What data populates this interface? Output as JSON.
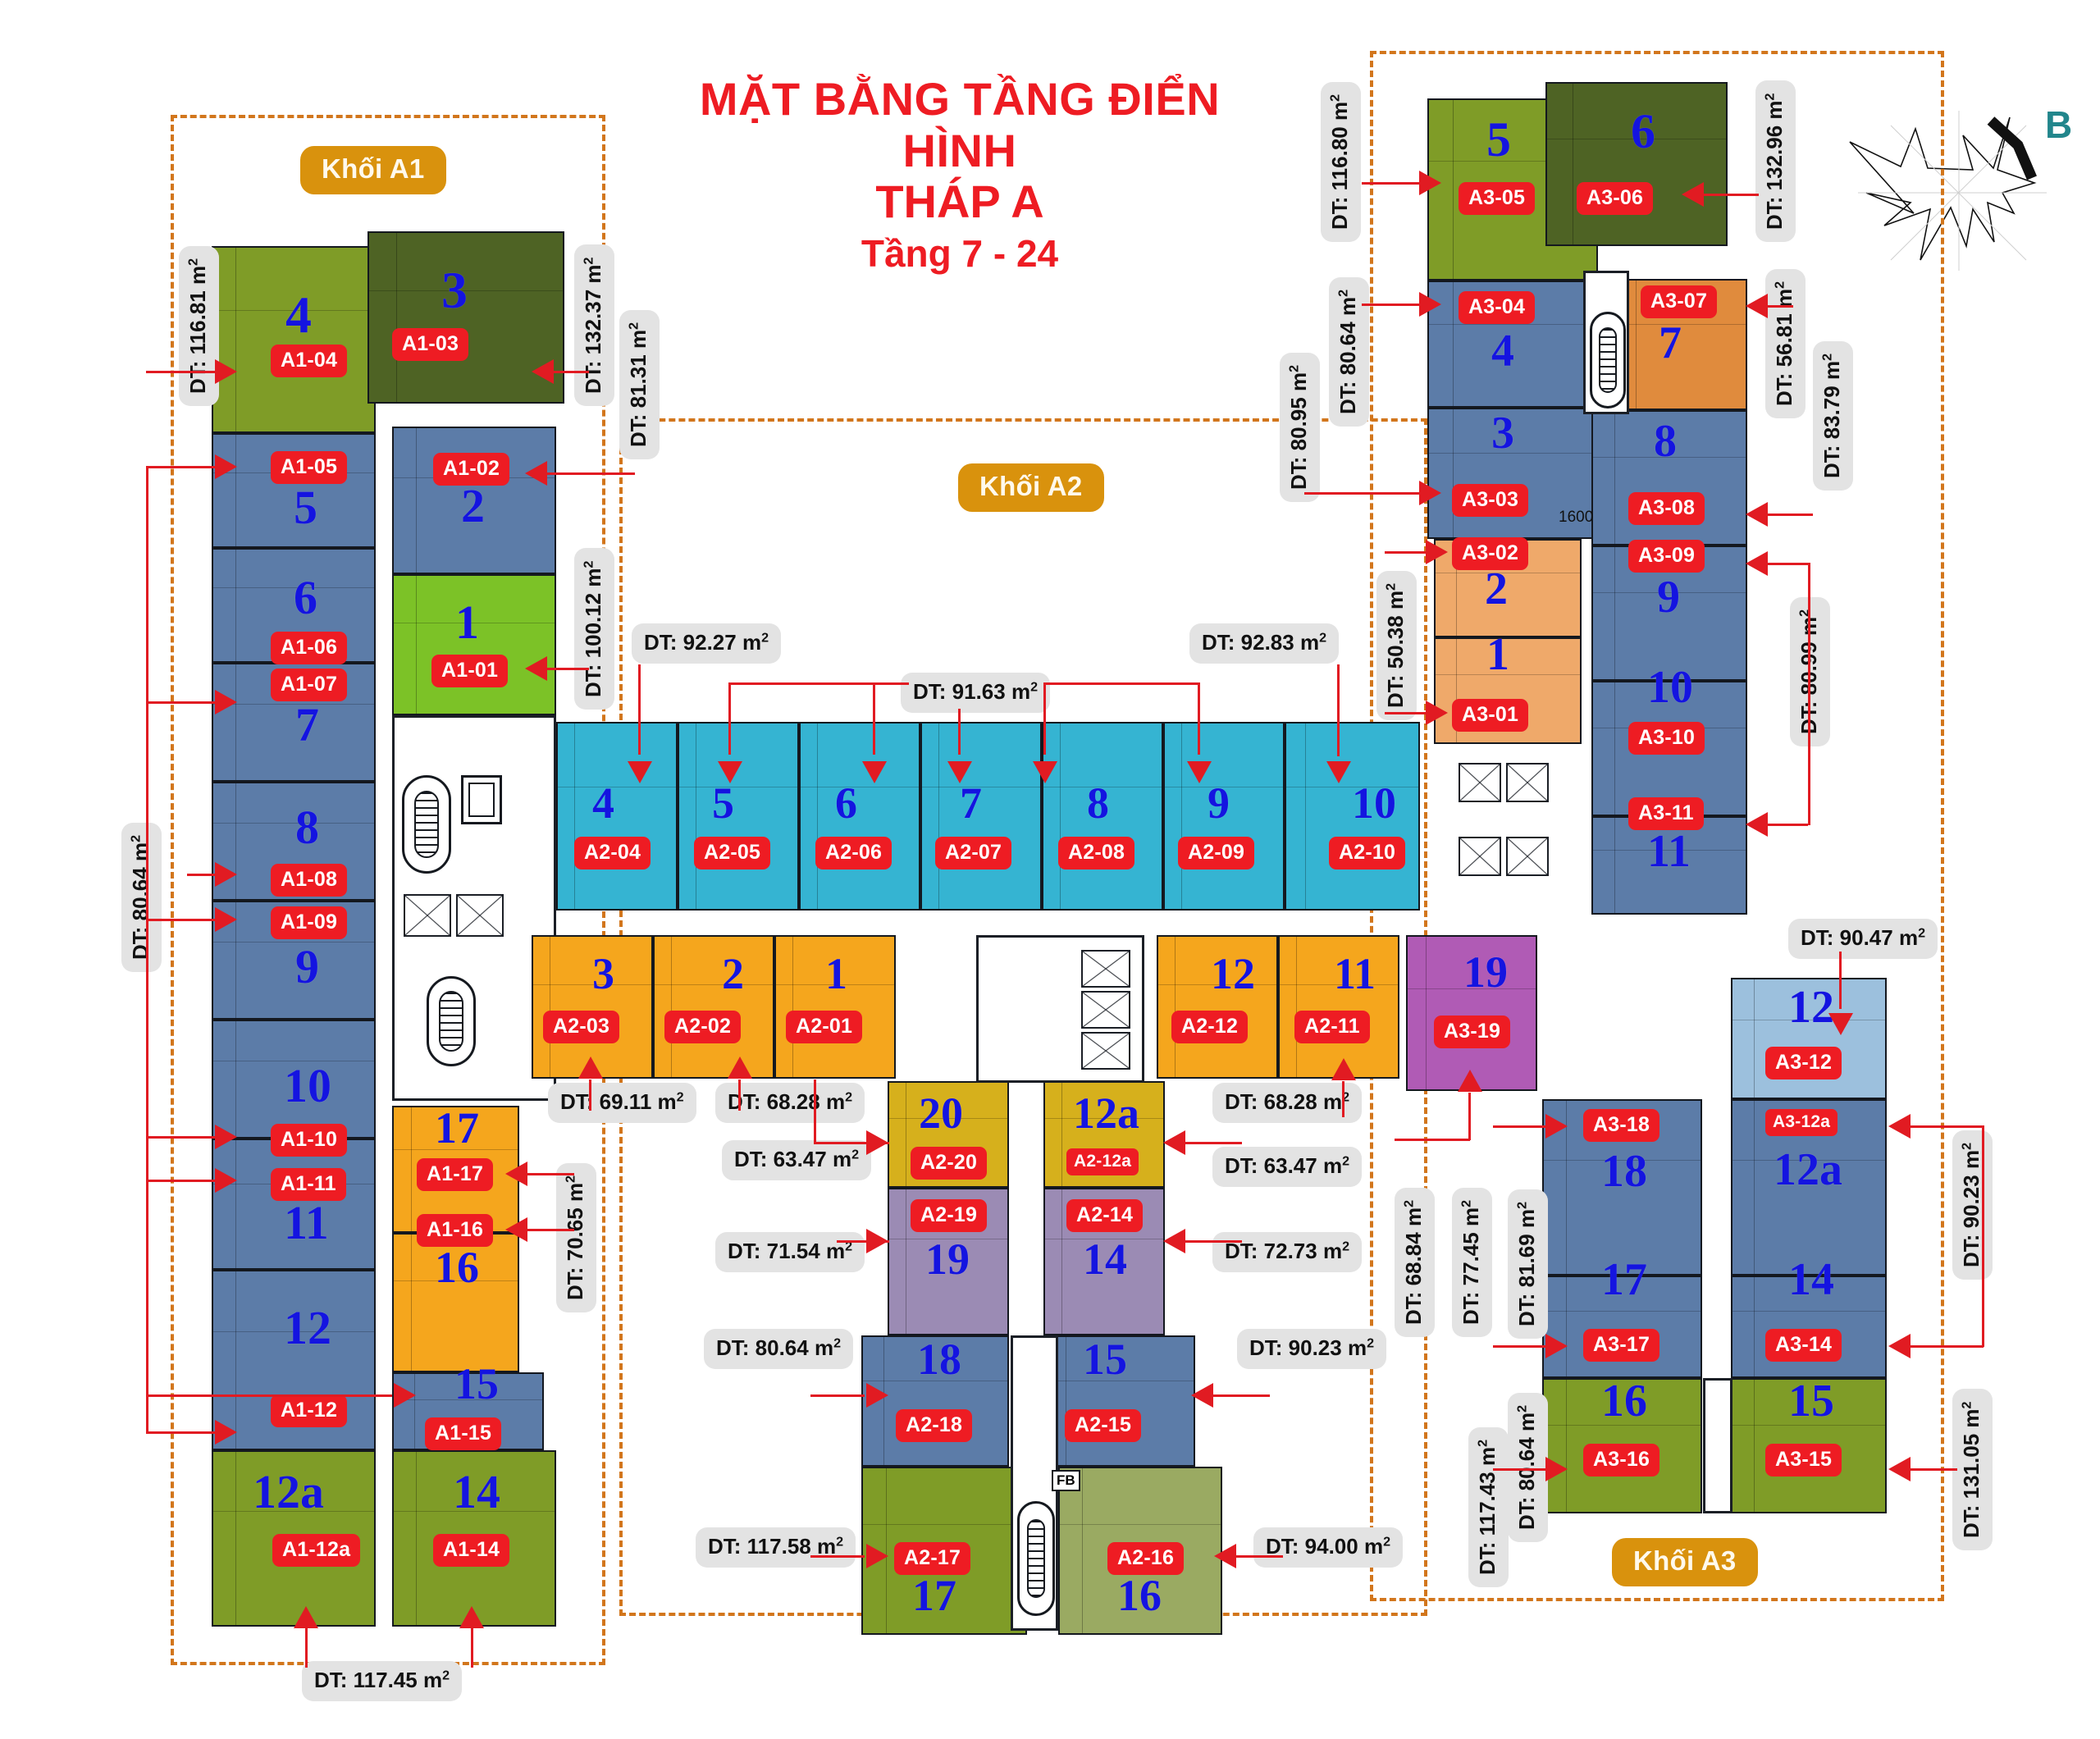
{
  "title": {
    "line1": "MẶT BẰNG TẦNG ĐIỂN HÌNH",
    "line2": "THÁP A",
    "line3": "Tầng 7 - 24"
  },
  "compass": {
    "north_label": "B"
  },
  "dimension_note": "1600",
  "fire_balcony_label": "FB",
  "blocks": [
    {
      "id": "a1",
      "label": "Khối A1"
    },
    {
      "id": "a2",
      "label": "Khối A2"
    },
    {
      "id": "a3",
      "label": "Khối A3"
    }
  ],
  "colors": {
    "accent_red": "#ee1c23",
    "badge_red": "#ee1c23",
    "block_pill": "#d9920d",
    "boundary_dash": "#d2761c",
    "callout_grey": "#e3e3e3",
    "unit_number_blue": "#1414e0",
    "compass_teal": "#22868c"
  },
  "area_prefix": "DT:",
  "area_unit": "m",
  "units": {
    "a1": [
      {
        "code": "A1-01",
        "num": "1",
        "area": "100.12"
      },
      {
        "code": "A1-02",
        "num": "2",
        "area": "81.31"
      },
      {
        "code": "A1-03",
        "num": "3",
        "area": "132.37"
      },
      {
        "code": "A1-04",
        "num": "4",
        "area": "116.81"
      },
      {
        "code": "A1-05",
        "num": "5",
        "area": "80.64"
      },
      {
        "code": "A1-06",
        "num": "6",
        "area": "80.64"
      },
      {
        "code": "A1-07",
        "num": "7",
        "area": "80.64"
      },
      {
        "code": "A1-08",
        "num": "8",
        "area": "80.64"
      },
      {
        "code": "A1-09",
        "num": "9",
        "area": "80.64"
      },
      {
        "code": "A1-10",
        "num": "10",
        "area": "80.64"
      },
      {
        "code": "A1-11",
        "num": "11",
        "area": "80.64"
      },
      {
        "code": "A1-12",
        "num": "12",
        "area": "80.64"
      },
      {
        "code": "A1-12a",
        "num": "12a",
        "area": "117.45"
      },
      {
        "code": "A1-14",
        "num": "14",
        "area": "117.45"
      },
      {
        "code": "A1-15",
        "num": "15",
        "area": "80.64"
      },
      {
        "code": "A1-16",
        "num": "16",
        "area": "70.65"
      },
      {
        "code": "A1-17",
        "num": "17",
        "area": "70.65"
      }
    ],
    "a2": [
      {
        "code": "A2-01",
        "num": "1",
        "area": "68.28"
      },
      {
        "code": "A2-02",
        "num": "2",
        "area": "68.28"
      },
      {
        "code": "A2-03",
        "num": "3",
        "area": "69.11"
      },
      {
        "code": "A2-04",
        "num": "4",
        "area": "92.27"
      },
      {
        "code": "A2-05",
        "num": "5",
        "area": "91.63"
      },
      {
        "code": "A2-06",
        "num": "6",
        "area": "91.63"
      },
      {
        "code": "A2-07",
        "num": "7",
        "area": "91.63"
      },
      {
        "code": "A2-08",
        "num": "8",
        "area": "91.63"
      },
      {
        "code": "A2-09",
        "num": "9",
        "area": "91.63"
      },
      {
        "code": "A2-10",
        "num": "10",
        "area": "92.83"
      },
      {
        "code": "A2-11",
        "num": "11",
        "area": "68.84"
      },
      {
        "code": "A2-12",
        "num": "12",
        "area": "68.28"
      },
      {
        "code": "A2-12a",
        "num": "12a",
        "area": "63.47"
      },
      {
        "code": "A2-14",
        "num": "14",
        "area": "72.73"
      },
      {
        "code": "A2-15",
        "num": "15",
        "area": "90.23"
      },
      {
        "code": "A2-16",
        "num": "16",
        "area": "94.00"
      },
      {
        "code": "A2-17",
        "num": "17",
        "area": "117.58"
      },
      {
        "code": "A2-18",
        "num": "18",
        "area": "80.64"
      },
      {
        "code": "A2-19",
        "num": "19",
        "area": "71.54"
      },
      {
        "code": "A2-20",
        "num": "20",
        "area": "63.47"
      }
    ],
    "a3": [
      {
        "code": "A3-01",
        "num": "1",
        "area": "50.38"
      },
      {
        "code": "A3-02",
        "num": "2",
        "area": "50.38"
      },
      {
        "code": "A3-03",
        "num": "3",
        "area": "80.95"
      },
      {
        "code": "A3-04",
        "num": "4",
        "area": "80.64"
      },
      {
        "code": "A3-05",
        "num": "5",
        "area": "116.80"
      },
      {
        "code": "A3-06",
        "num": "6",
        "area": "132.96"
      },
      {
        "code": "A3-07",
        "num": "7",
        "area": "56.81"
      },
      {
        "code": "A3-08",
        "num": "8",
        "area": "83.79"
      },
      {
        "code": "A3-09",
        "num": "9",
        "area": "80.99"
      },
      {
        "code": "A3-10",
        "num": "10",
        "area": "80.99"
      },
      {
        "code": "A3-11",
        "num": "11",
        "area": "80.99"
      },
      {
        "code": "A3-12",
        "num": "12",
        "area": "90.47"
      },
      {
        "code": "A3-12a",
        "num": "12a",
        "area": "90.23"
      },
      {
        "code": "A3-14",
        "num": "14",
        "area": "90.23"
      },
      {
        "code": "A3-15",
        "num": "15",
        "area": "131.05"
      },
      {
        "code": "A3-16",
        "num": "16",
        "area": "117.43"
      },
      {
        "code": "A3-17",
        "num": "17",
        "area": "80.64"
      },
      {
        "code": "A3-18",
        "num": "18",
        "area": "81.69"
      },
      {
        "code": "A3-19",
        "num": "19",
        "area": "77.45"
      }
    ]
  },
  "callouts": [
    {
      "id": "c_a1_04",
      "text": "DT: 116.81 m"
    },
    {
      "id": "c_a1_03",
      "text": "DT: 132.37 m"
    },
    {
      "id": "c_a1_02",
      "text": "DT: 81.31 m"
    },
    {
      "id": "c_a1_01",
      "text": "DT: 100.12 m"
    },
    {
      "id": "c_a1_col",
      "text": "DT: 80.64 m"
    },
    {
      "id": "c_a1_1617",
      "text": "DT: 70.65 m"
    },
    {
      "id": "c_a1_bot",
      "text": "DT: 117.45 m"
    },
    {
      "id": "c_a2_04",
      "text": "DT: 92.27 m"
    },
    {
      "id": "c_a2_mid",
      "text": "DT: 91.63 m"
    },
    {
      "id": "c_a2_10",
      "text": "DT: 92.83 m"
    },
    {
      "id": "c_a2_03",
      "text": "DT: 69.11 m"
    },
    {
      "id": "c_a2_02",
      "text": "DT: 68.28 m"
    },
    {
      "id": "c_a2_12",
      "text": "DT: 68.28 m"
    },
    {
      "id": "c_a2_20",
      "text": "DT: 63.47 m"
    },
    {
      "id": "c_a2_12a",
      "text": "DT: 63.47 m"
    },
    {
      "id": "c_a2_19",
      "text": "DT: 71.54 m"
    },
    {
      "id": "c_a2_14",
      "text": "DT: 72.73 m"
    },
    {
      "id": "c_a2_18",
      "text": "DT: 80.64 m"
    },
    {
      "id": "c_a2_15",
      "text": "DT: 90.23 m"
    },
    {
      "id": "c_a2_17",
      "text": "DT: 117.58 m"
    },
    {
      "id": "c_a2_16",
      "text": "DT: 94.00 m"
    },
    {
      "id": "c_a2_11",
      "text": "DT: 68.84 m"
    },
    {
      "id": "c_a3_05",
      "text": "DT: 116.80 m"
    },
    {
      "id": "c_a3_06",
      "text": "DT: 132.96 m"
    },
    {
      "id": "c_a3_04",
      "text": "DT: 80.64 m"
    },
    {
      "id": "c_a3_03",
      "text": "DT: 80.95 m"
    },
    {
      "id": "c_a3_07",
      "text": "DT: 56.81 m"
    },
    {
      "id": "c_a3_08",
      "text": "DT: 83.79 m"
    },
    {
      "id": "c_a3_0911",
      "text": "DT: 80.99 m"
    },
    {
      "id": "c_a3_01",
      "text": "DT: 50.38 m"
    },
    {
      "id": "c_a3_12",
      "text": "DT: 90.47 m"
    },
    {
      "id": "c_a3_19",
      "text": "DT: 77.45 m"
    },
    {
      "id": "c_a3_18",
      "text": "DT: 81.69 m"
    },
    {
      "id": "c_a3_17",
      "text": "DT: 80.64 m"
    },
    {
      "id": "c_a3_14",
      "text": "DT: 90.23 m"
    },
    {
      "id": "c_a3_16",
      "text": "DT: 117.43 m"
    },
    {
      "id": "c_a3_15",
      "text": "DT: 131.05 m"
    }
  ]
}
